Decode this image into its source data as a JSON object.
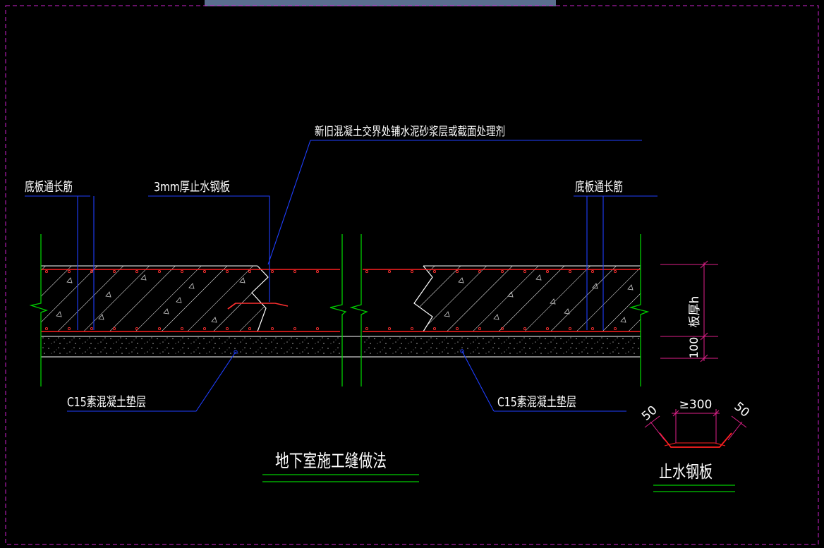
{
  "labels": {
    "interface_note": "新旧混凝土交界处铺水泥砂浆层或截面处理剂",
    "left_rebar": "底板通长筋",
    "right_rebar": "底板通长筋",
    "waterstop_plate": "3mm厚止水钢板",
    "left_cushion": "C15素混凝土垫层",
    "right_cushion": "C15素混凝土垫层",
    "main_title": "地下室施工缝做法",
    "detail_title": "止水钢板"
  },
  "dimensions": {
    "slab_thickness": "板厚h",
    "cushion_thickness": "100",
    "plate_width": "≥300",
    "plate_left_flange": "50",
    "plate_right_flange": "50"
  },
  "colors": {
    "background": "#000000",
    "cad_border": "#cc22cc",
    "leader": "#1f3fff",
    "rebar": "#ff2020",
    "section_edge": "#00cc00",
    "hatch": "#ffffff",
    "dim_line": "#e0218a",
    "title_underline": "#00cc00",
    "top_bar": "#5a6e8f"
  }
}
